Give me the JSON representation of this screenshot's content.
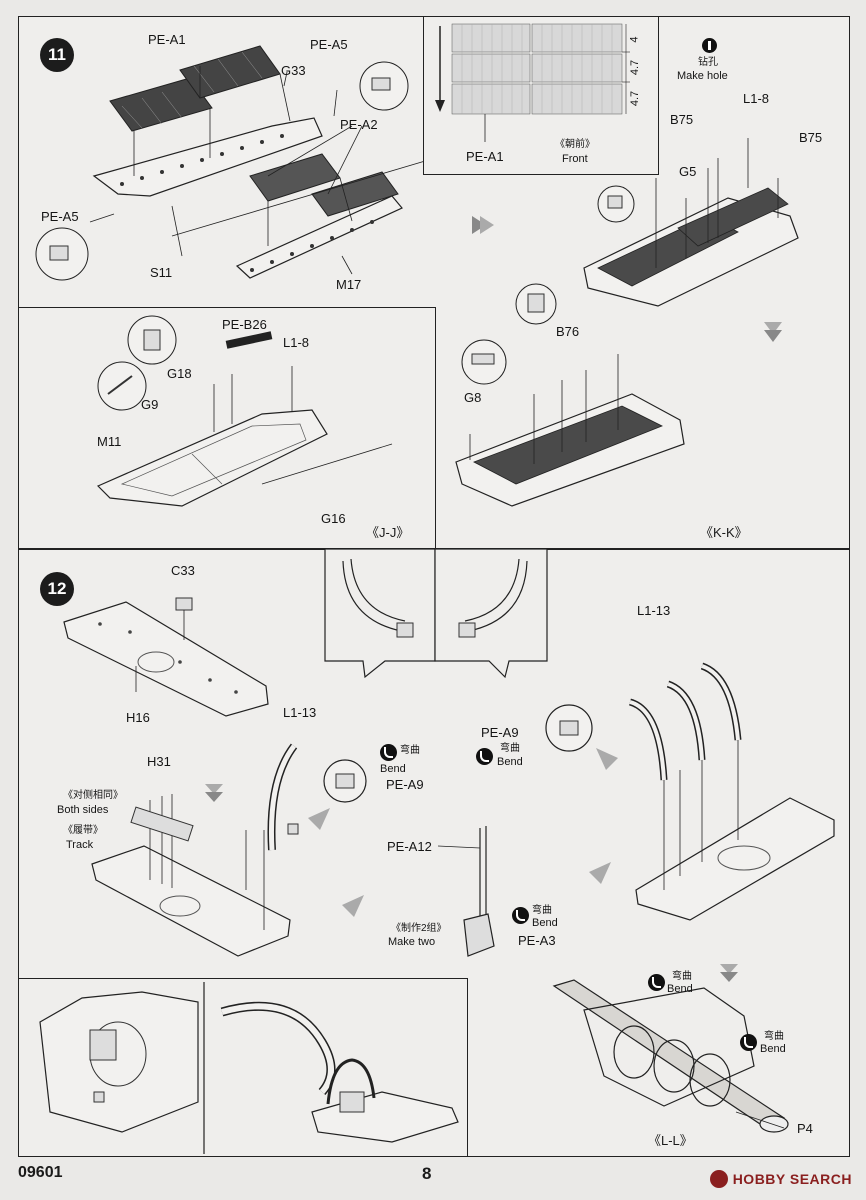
{
  "steps": {
    "s11": "11",
    "s12": "12"
  },
  "step11": {
    "parts": {
      "pe_a1": "PE-A1",
      "pe_a5_top": "PE-A5",
      "g33": "G33",
      "pe_a2": "PE-A2",
      "pe_a5_left": "PE-A5",
      "s11": "S11",
      "m17": "M17"
    },
    "inset": {
      "part": "PE-A1",
      "front_cn": "《朝前》",
      "front_en": "Front",
      "dims": [
        "4",
        "4.7",
        "4.7"
      ]
    },
    "right": {
      "drill_cn": "钻孔",
      "drill_en": "Make hole",
      "l1_8": "L1-8",
      "b75_a": "B75",
      "b75_b": "B75",
      "g5": "G5"
    }
  },
  "jj": {
    "pe_b26": "PE-B26",
    "l1_8": "L1-8",
    "g18": "G18",
    "g9": "G9",
    "m11": "M11",
    "g16": "G16",
    "view": "《J-J》"
  },
  "kk": {
    "b76": "B76",
    "g8": "G8",
    "view": "《K-K》"
  },
  "step12": {
    "c33": "C33",
    "h16": "H16",
    "h31": "H31",
    "both_cn": "《对侧相同》",
    "both_en": "Both sides",
    "track_cn": "《履带》",
    "track_en": "Track",
    "l1_13_left": "L1-13",
    "bend_cn_1": "弯曲",
    "bend_en_1": "Bend",
    "pe_a9_left": "PE-A9",
    "pe_a12": "PE-A12",
    "make_two_cn": "《制作2组》",
    "make_two_en": "Make two",
    "bend_cn_2": "弯曲",
    "bend_en_2": "Bend",
    "pe_a3": "PE-A3",
    "pe_a9_right": "PE-A9",
    "bend_cn_3": "弯曲",
    "bend_en_3": "Bend",
    "l1_13_right": "L1-13"
  },
  "ll": {
    "bend_cn_a": "弯曲",
    "bend_en_a": "Bend",
    "bend_cn_b": "弯曲",
    "bend_en_b": "Bend",
    "p4": "P4",
    "view": "《L-L》"
  },
  "footer": {
    "code": "09601",
    "page": "8",
    "watermark": "HOBBY SEARCH"
  }
}
